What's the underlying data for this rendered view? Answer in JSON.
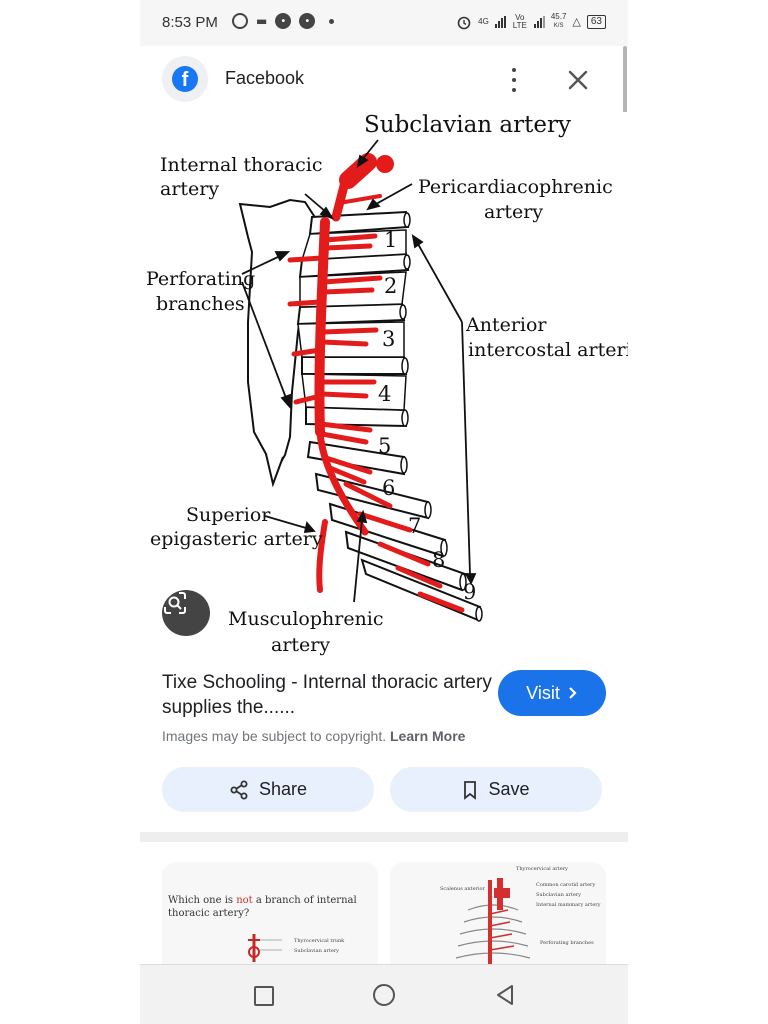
{
  "status_bar": {
    "time": "8:53 PM",
    "network_1": "4G",
    "network_2": "Vo LTE",
    "speed": "45.7",
    "speed_unit": "K/S",
    "battery": "63"
  },
  "header": {
    "source_name": "Facebook"
  },
  "diagram": {
    "labels": {
      "subclavian": "Subclavian artery",
      "internal_thoracic_1": "Internal thoracic",
      "internal_thoracic_2": "artery",
      "pericardiacophrenic_1": "Pericardiacophrenic",
      "pericardiacophrenic_2": "artery",
      "perforating_1": "Perforating",
      "perforating_2": "branches",
      "anterior_1": "Anterior",
      "anterior_2": "intercostal arteries",
      "superior_1": "Superior",
      "superior_2": "epigasteric artery",
      "musculophrenic_1": "Musculophrenic",
      "musculophrenic_2": "artery"
    },
    "rib_numbers": [
      "1",
      "2",
      "3",
      "4",
      "5",
      "6",
      "7",
      "8",
      "9"
    ]
  },
  "result": {
    "title": "Tixe Schooling - Internal thoracic artery supplies the......",
    "visit_label": "Visit",
    "copyright_text": "Images may be subject to copyright.",
    "learn_more": "Learn More",
    "share_label": "Share",
    "save_label": "Save"
  },
  "related": {
    "card1_question_a": "Which one is ",
    "card1_question_not": "not",
    "card1_question_b": " a branch of internal thoracic artery?",
    "card1_small_1": "Thyrocervical trunk",
    "card1_small_2": "Subclavian artery",
    "card2_small_1": "Thyrocervical artery",
    "card2_small_2": "Scalenus anterior",
    "card2_small_3": "Common carotid artery",
    "card2_small_4": "Subclavian artery",
    "card2_small_5": "Internal mammary artery",
    "card2_small_6": "Perforating branches"
  },
  "colors": {
    "accent": "#1a73e8",
    "artery_red": "#e31b1b",
    "chip_bg": "#e8f0fe"
  }
}
